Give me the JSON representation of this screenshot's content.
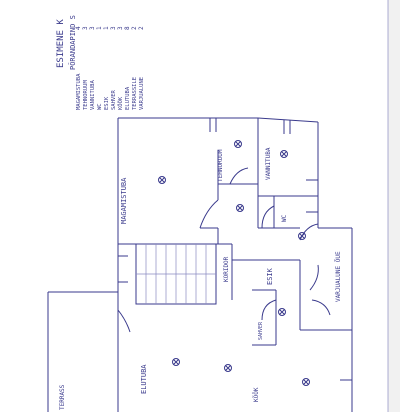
{
  "header": {
    "title": "ESIMENE K",
    "subtitle": "PÕRANDAPIND S"
  },
  "area_table": [
    {
      "name": "MAGAMISTUBA",
      "value": "4"
    },
    {
      "name": "TEHNORUUM",
      "value": "3"
    },
    {
      "name": "VANNITUBA",
      "value": "3"
    },
    {
      "name": "WC",
      "value": "1"
    },
    {
      "name": "ESIK",
      "value": "1"
    },
    {
      "name": "SAHVER",
      "value": "3"
    },
    {
      "name": "KÖÖK",
      "value": "3"
    },
    {
      "name": "ELUTUBA",
      "value": "8"
    },
    {
      "name": "TERRASSILE",
      "value": "2"
    },
    {
      "name": "VARJUALUNE",
      "value": "2"
    }
  ],
  "rooms": {
    "magamistuba": "MAGAMISTUBA",
    "tehnoruum": "TEHNORUUM",
    "vannituba": "VANNITUBA",
    "wc": "WC",
    "koridor": "KORIDOR",
    "esik": "ESIK",
    "sahver": "SAHVER",
    "kook": "KÖÖK",
    "elutuba": "ELUTUBA",
    "terrass": "TERRASS",
    "varjualune": "VARJUALUNE ÕUE"
  }
}
